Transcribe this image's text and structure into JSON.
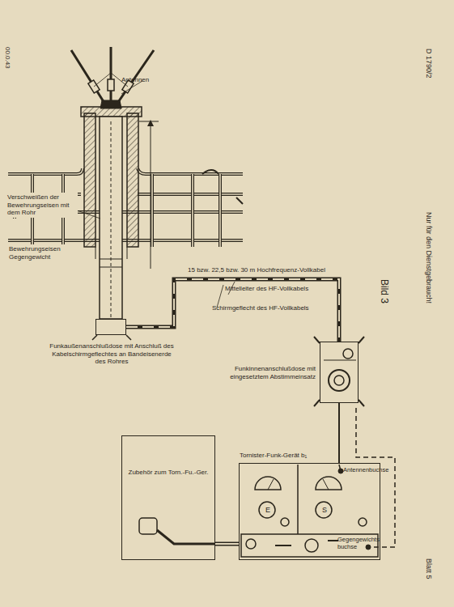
{
  "diagram": {
    "nodes": [
      {
        "text": [
          "Zubehör zum Torn.-Fu.-Ger."
        ]
      },
      {
        "text": [
          "Tornister-Funk-Gerät b₁",
          "Antennenbuchse",
          "Gegengewichtsbuchse",
          "E",
          "S"
        ]
      },
      {
        "text": [
          "Funkinnenanschlußdose mit eingesetztem Abstimmeinsatz"
        ]
      },
      {
        "text": [
          "Funkaußenanschlußdose mit Anschluß des Kabelschirmgeflechtes an Bandeisenerde des Rohres"
        ]
      }
    ],
    "edges": [
      {
        "from": 0,
        "to": 1,
        "arrow": "none"
      },
      {
        "from": 3,
        "to": 2,
        "label": "15 bzw. 22,5 bzw. 30 m Hochfrequenz-Vollkabel",
        "arrow": "none"
      },
      {
        "from": 2,
        "to": 1,
        "arrow": "none"
      }
    ],
    "labels": [
      "Antennen",
      "Verschweißen der Bewehrungseisen mit dem Rohr",
      "Bewehrungseisen Gegengewicht",
      "Mittelleiter des HF-Vollkabels",
      "Schirmgeflecht des HF-Vollkabels",
      "Nur für den Dienstgebrauch!",
      "D 1790/2",
      "Bild 3",
      "Blatt 5",
      "00.0.43"
    ]
  }
}
